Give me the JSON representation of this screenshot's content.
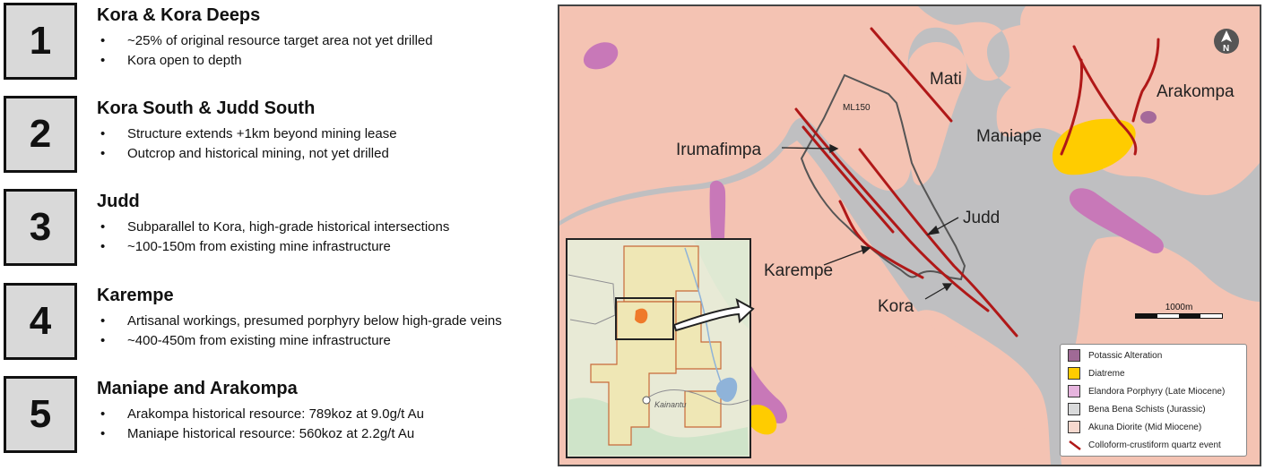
{
  "targets": [
    {
      "number": "1",
      "title": "Kora & Kora Deeps",
      "bullet": "•",
      "points": [
        "~25% of original resource target area not yet drilled",
        "Kora open to depth"
      ]
    },
    {
      "number": "2",
      "title": "Kora South & Judd South",
      "bullet": "•",
      "points": [
        "Structure extends +1km beyond mining lease",
        "Outcrop and historical mining, not yet drilled"
      ]
    },
    {
      "number": "3",
      "title": "Judd",
      "bullet": "•",
      "points": [
        "Subparallel to Kora, high-grade historical intersections",
        "~100-150m from existing mine infrastructure"
      ]
    },
    {
      "number": "4",
      "title": "Karempe",
      "bullet": "•",
      "points": [
        "Artisanal workings, presumed porphyry below high-grade veins",
        "~400-450m from existing mine infrastructure"
      ]
    },
    {
      "number": "5",
      "title": "Maniape and Arakompa",
      "bullet": "•",
      "points": [
        "Arakompa historical resource: 789koz at 9.0g/t Au",
        "Maniape historical resource: 560koz at 2.2g/t Au"
      ]
    }
  ],
  "map": {
    "labels": {
      "mati": "Mati",
      "arakompa": "Arakompa",
      "maniape": "Maniape",
      "irumafimpa": "Irumafimpa",
      "judd": "Judd",
      "karempe": "Karempe",
      "kora": "Kora",
      "ml150": "ML150",
      "kainantu": "Kainantu"
    },
    "north_arrow": "N",
    "scale_label": "1000m",
    "colors": {
      "akuna_diorite": "#f4c3b3",
      "bena_bena_schists": "#bfbfc1",
      "potassic": "#a56a9a",
      "diatreme": "#ffcc00",
      "elandora_porphyry": "#c878b8",
      "quartz_event": "#b01818"
    },
    "legend": [
      {
        "label": "Potassic Alteration",
        "color": "#a06a96",
        "kind": "swatch"
      },
      {
        "label": "Diatreme",
        "color": "#ffcc00",
        "kind": "swatch"
      },
      {
        "label": "Elandora Porphyry (Late Miocene)",
        "color": "#e6b4de",
        "kind": "swatch"
      },
      {
        "label": "Bena Bena Schists (Jurassic)",
        "color": "#d9dadb",
        "kind": "swatch"
      },
      {
        "label": "Akuna Diorite (Mid Miocene)",
        "color": "#f6d9cf",
        "kind": "swatch"
      },
      {
        "label": "Colloform-crustiform quartz event",
        "color": "#b01818",
        "kind": "line"
      }
    ]
  }
}
